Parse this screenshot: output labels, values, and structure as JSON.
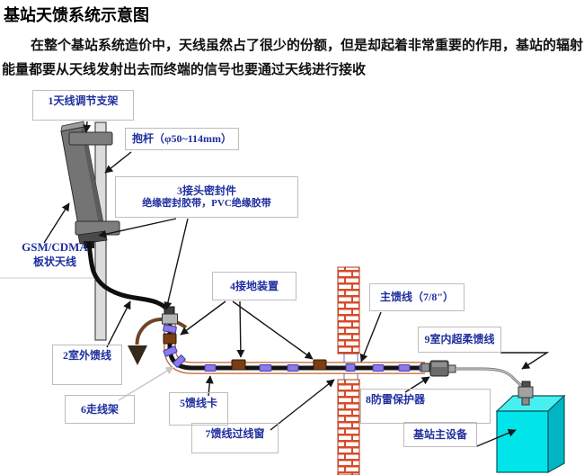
{
  "title": "基站天馈系统示意图",
  "intro": {
    "line1": "在整个基站系统造价中，天线虽然占了很少的份额，但是却起着非常重要的作用，基站的辐射",
    "line2": "能量都要从天线发射出去而终端的信号也要通过天线进行接收"
  },
  "labels": {
    "bracket": "1天线调节支架",
    "pole": "抱杆（φ50~114mm）",
    "seal_line1": "3接头密封件",
    "seal_line2": "绝缘密封胶带，PVC绝缘胶带",
    "antenna_line1": "GSM/CDMA",
    "antenna_line2": "板状天线",
    "outdoor_feeder": "2室外馈线",
    "cable_tray": "6走线架",
    "feeder_clamp": "5馈线卡",
    "feeder_window": "7馈线过线窗",
    "grounding": "4接地装置",
    "main_feeder": "主馈线（7/8\"）",
    "indoor_feeder": "9室内超柔馈线",
    "arrester": "8防雷保护器",
    "bts": "基站主设备"
  },
  "colors": {
    "label_text": "#1f2f9e",
    "brick_red": "#d94a28",
    "bts_cyan": "#00e4ea",
    "clamp_purple": "#8c7ae6",
    "ground_clamp_brown": "#7a3e12",
    "conduit_orange": "#c06030",
    "cable_black": "#151515"
  }
}
